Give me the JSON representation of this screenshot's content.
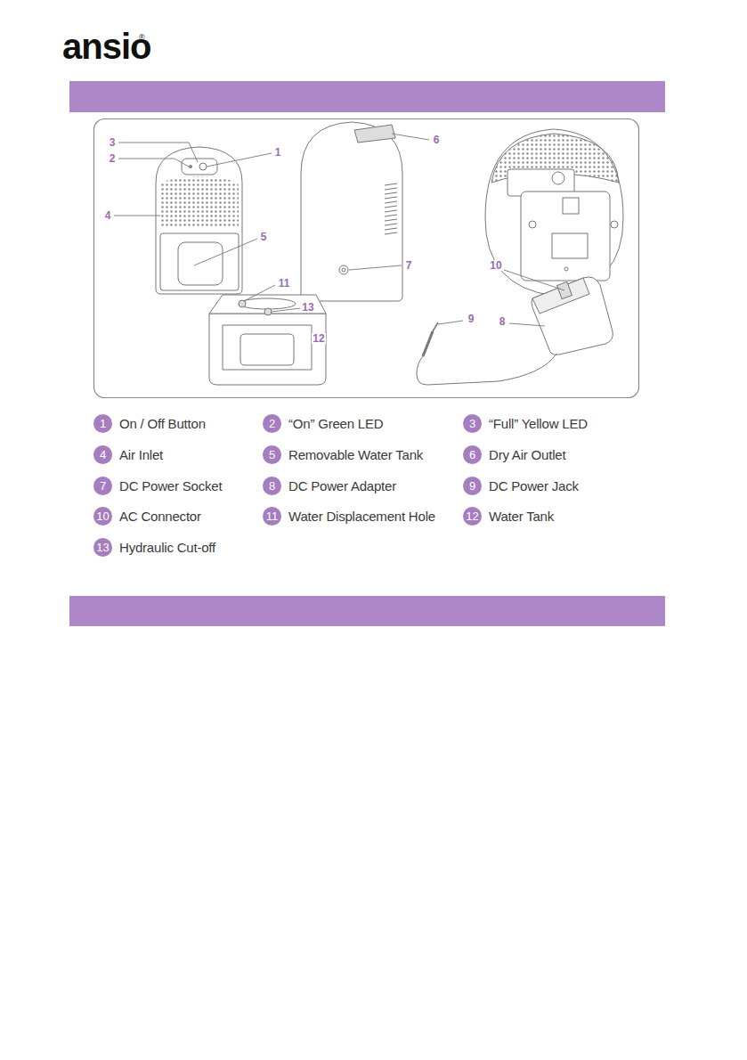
{
  "diagram": {
    "nodes": [
      {
        "text": [
          "1",
          "On / Off Button"
        ]
      },
      {
        "text": [
          "2",
          "“On” Green LED"
        ]
      },
      {
        "text": [
          "3",
          "“Full” Yellow LED"
        ]
      },
      {
        "text": [
          "4",
          "Air Inlet"
        ]
      },
      {
        "text": [
          "5",
          "Removable Water Tank"
        ]
      },
      {
        "text": [
          "6",
          "Dry Air Outlet"
        ]
      },
      {
        "text": [
          "7",
          "DC Power Socket"
        ]
      },
      {
        "text": [
          "8",
          "DC Power Adapter"
        ]
      },
      {
        "text": [
          "9",
          "DC Power Jack"
        ]
      },
      {
        "text": [
          "10",
          "AC Connector"
        ]
      },
      {
        "text": [
          "11",
          "Water Displacement Hole"
        ]
      },
      {
        "text": [
          "12",
          "Water Tank"
        ]
      },
      {
        "text": [
          "13",
          "Hydraulic Cut-off"
        ]
      }
    ],
    "labels": [
      "ansio",
      "®",
      "3",
      "2",
      "1",
      "4",
      "5",
      "6",
      "7",
      "11",
      "13",
      "12",
      "10",
      "9",
      "8"
    ]
  }
}
